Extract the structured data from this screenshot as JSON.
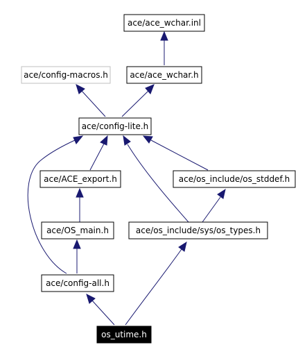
{
  "graph": {
    "nodes": {
      "wchar_inl": "ace/ace_wchar.inl",
      "config_macros": "ace/config-macros.h",
      "wchar_h": "ace/ace_wchar.h",
      "config_lite": "ace/config-lite.h",
      "ace_export": "ace/ACE_export.h",
      "os_stddef": "ace/os_include/os_stddef.h",
      "os_main": "ace/OS_main.h",
      "os_types": "ace/os_include/sys/os_types.h",
      "config_all": "ace/config-all.h",
      "os_utime": "os_utime.h"
    },
    "edge_color": "#191970",
    "root_fill": "#000000",
    "grey_border": "#bfbfbf"
  }
}
